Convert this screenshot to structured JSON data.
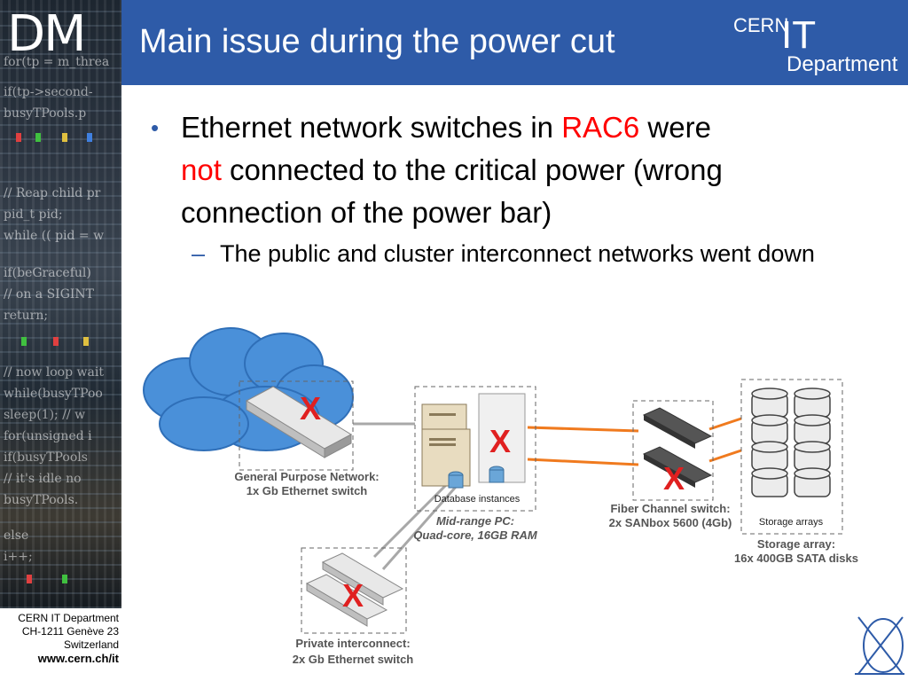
{
  "branding": {
    "dm_logo": "DM",
    "cern": "CERN",
    "it": "IT",
    "department": "Department"
  },
  "title": "Main issue during the power cut",
  "bullets": {
    "b1_part1": "Ethernet network switches in ",
    "b1_rac": "RAC6",
    "b1_part2": " were",
    "b1_not": "not",
    "b1_part3": " connected to the critical power (wrong connection of the power bar)",
    "b2": "The public and cluster interconnect networks went down",
    "bullet_glyph": "•",
    "sub_bullet_glyph": "–"
  },
  "diagram": {
    "gp_network_1": "General Purpose Network:",
    "gp_network_2": "1x Gb Ethernet switch",
    "db_instances": "Database instances",
    "midrange_1": "Mid-range PC:",
    "midrange_2": "Quad-core, 16GB RAM",
    "fiber_1": "Fiber Channel switch:",
    "fiber_2": "2x SANbox 5600 (4Gb)",
    "storage_arrays": "Storage arrays",
    "storage_1": "Storage array:",
    "storage_2": "16x 400GB SATA disks",
    "private_1": "Private interconnect:",
    "private_2": "2x Gb Ethernet switch",
    "failure_mark": "X"
  },
  "footer": {
    "line1": "CERN IT Department",
    "line2": "CH-1211 Genève 23",
    "line3": "Switzerland",
    "url": "www.cern.ch/it"
  },
  "colors": {
    "title_bar": "#2e5ba8",
    "highlight": "#ff0000",
    "fibre_link": "#f07a1e",
    "failure_cross": "#e02020"
  }
}
